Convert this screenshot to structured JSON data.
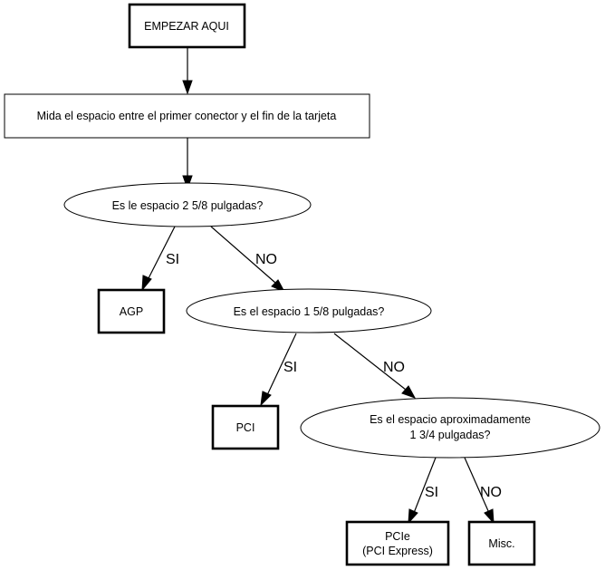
{
  "diagram": {
    "type": "flowchart",
    "nodes": {
      "start": {
        "label": "EMPEZAR AQUI",
        "shape": "box-bold"
      },
      "measure": {
        "label": "Mida el espacio entre el primer conector y el fin de la tarjeta",
        "shape": "box"
      },
      "q1": {
        "label": "Es le espacio 2 5/8 pulgadas?",
        "shape": "ellipse"
      },
      "agp": {
        "label": "AGP",
        "shape": "box-bold"
      },
      "q2": {
        "label": "Es el espacio 1 5/8 pulgadas?",
        "shape": "ellipse"
      },
      "pci": {
        "label": "PCI",
        "shape": "box-bold"
      },
      "q3": {
        "line1": "Es el espacio aproximadamente",
        "line2": "1 3/4 pulgadas?",
        "shape": "ellipse"
      },
      "pcie": {
        "line1": "PCIe",
        "line2": "(PCI Express)",
        "shape": "box-bold"
      },
      "misc": {
        "label": "Misc.",
        "shape": "box-bold"
      }
    },
    "edges": [
      {
        "from": "start",
        "to": "measure",
        "label": ""
      },
      {
        "from": "measure",
        "to": "q1",
        "label": ""
      },
      {
        "from": "q1",
        "to": "agp",
        "label": "SI"
      },
      {
        "from": "q1",
        "to": "q2",
        "label": "NO"
      },
      {
        "from": "q2",
        "to": "pci",
        "label": "SI"
      },
      {
        "from": "q2",
        "to": "q3",
        "label": "NO"
      },
      {
        "from": "q3",
        "to": "pcie",
        "label": "SI"
      },
      {
        "from": "q3",
        "to": "misc",
        "label": "NO"
      }
    ],
    "labels": {
      "q1_yes": "SI",
      "q1_no": "NO",
      "q2_yes": "SI",
      "q2_no": "NO",
      "q3_yes": "SI",
      "q3_no": "NO"
    }
  }
}
